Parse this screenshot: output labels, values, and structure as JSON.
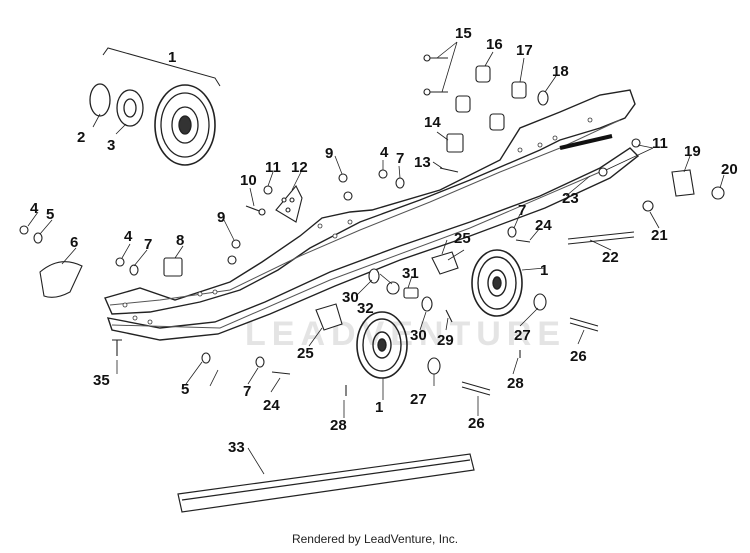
{
  "watermark": "LEADVENTURE",
  "footer": "Rendered by LeadVenture, Inc.",
  "callouts": [
    {
      "id": "c1a",
      "text": "1"
    },
    {
      "id": "c1b",
      "text": "1"
    },
    {
      "id": "c1c",
      "text": "1"
    },
    {
      "id": "c2",
      "text": "2"
    },
    {
      "id": "c3",
      "text": "3"
    },
    {
      "id": "c4a",
      "text": "4"
    },
    {
      "id": "c4b",
      "text": "4"
    },
    {
      "id": "c4c",
      "text": "4"
    },
    {
      "id": "c5a",
      "text": "5"
    },
    {
      "id": "c5b",
      "text": "5"
    },
    {
      "id": "c6",
      "text": "6"
    },
    {
      "id": "c7a",
      "text": "7"
    },
    {
      "id": "c7b",
      "text": "7"
    },
    {
      "id": "c7c",
      "text": "7"
    },
    {
      "id": "c7d",
      "text": "7"
    },
    {
      "id": "c8",
      "text": "8"
    },
    {
      "id": "c9a",
      "text": "9"
    },
    {
      "id": "c9b",
      "text": "9"
    },
    {
      "id": "c10",
      "text": "10"
    },
    {
      "id": "c11a",
      "text": "11"
    },
    {
      "id": "c11b",
      "text": "11"
    },
    {
      "id": "c12",
      "text": "12"
    },
    {
      "id": "c13",
      "text": "13"
    },
    {
      "id": "c14",
      "text": "14"
    },
    {
      "id": "c15",
      "text": "15"
    },
    {
      "id": "c16",
      "text": "16"
    },
    {
      "id": "c17",
      "text": "17"
    },
    {
      "id": "c18",
      "text": "18"
    },
    {
      "id": "c19",
      "text": "19"
    },
    {
      "id": "c20",
      "text": "20"
    },
    {
      "id": "c21",
      "text": "21"
    },
    {
      "id": "c22",
      "text": "22"
    },
    {
      "id": "c23",
      "text": "23"
    },
    {
      "id": "c24a",
      "text": "24"
    },
    {
      "id": "c24b",
      "text": "24"
    },
    {
      "id": "c25a",
      "text": "25"
    },
    {
      "id": "c25b",
      "text": "25"
    },
    {
      "id": "c26a",
      "text": "26"
    },
    {
      "id": "c26b",
      "text": "26"
    },
    {
      "id": "c27a",
      "text": "27"
    },
    {
      "id": "c27b",
      "text": "27"
    },
    {
      "id": "c28a",
      "text": "28"
    },
    {
      "id": "c28b",
      "text": "28"
    },
    {
      "id": "c29",
      "text": "29"
    },
    {
      "id": "c30a",
      "text": "30"
    },
    {
      "id": "c30b",
      "text": "30"
    },
    {
      "id": "c31",
      "text": "31"
    },
    {
      "id": "c32",
      "text": "32"
    },
    {
      "id": "c33",
      "text": "33"
    },
    {
      "id": "c35",
      "text": "35"
    }
  ]
}
